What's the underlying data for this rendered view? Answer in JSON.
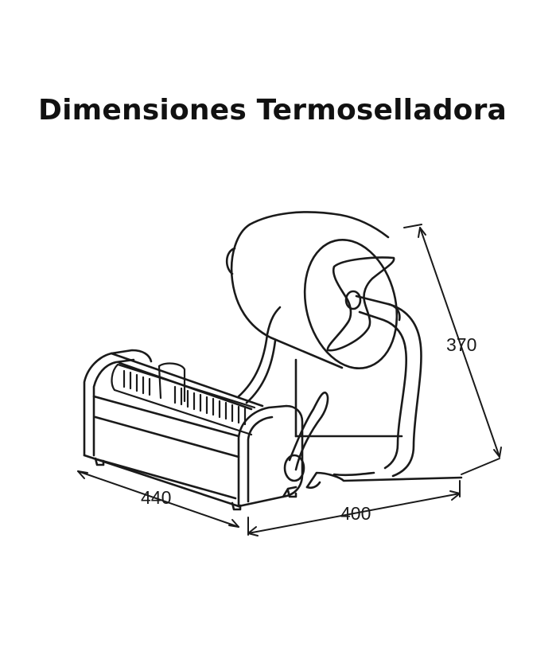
{
  "title": "Dimensiones Termoselladora",
  "dimensions": {
    "width": "440",
    "depth": "400",
    "height": "370"
  },
  "colors": {
    "line": "#1a1a1a",
    "background": "#ffffff"
  }
}
